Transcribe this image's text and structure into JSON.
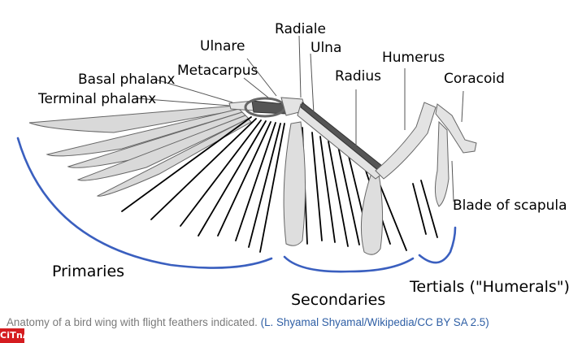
{
  "diagram": {
    "labels": {
      "radiale": "Radiale",
      "ulnare": "Ulnare",
      "ulna": "Ulna",
      "metacarpus": "Metacarpus",
      "humerus": "Humerus",
      "radius": "Radius",
      "coracoid": "Coracoid",
      "basal_phalanx": "Basal phalanx",
      "terminal_phalanx": "Terminal phalanx",
      "blade_of_scapula": "Blade of scapula"
    },
    "groups": {
      "primaries": "Primaries",
      "secondaries": "Secondaries",
      "tertials": "Tertials (\"Humerals\")"
    },
    "colors": {
      "bone": "#e3e3e3",
      "dark_bone": "#555555",
      "group_line": "#3a5fbf",
      "feather": "#d7d7d7"
    }
  },
  "caption": {
    "text": "Anatomy of a bird wing with flight feathers indicated. ",
    "credit": "(L. Shyamal Shyamal/Wikipedia/CC BY SA 2.5)"
  },
  "logo": {
    "text": "CiTnA"
  }
}
